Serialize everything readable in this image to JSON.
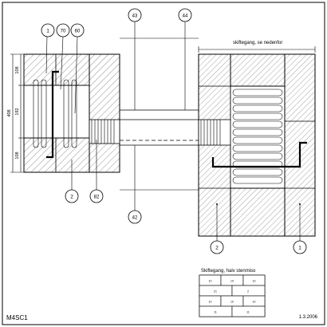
{
  "drawing": {
    "code": "M4SC1",
    "date": "1.3.2006",
    "annotation_top_right": "skiftegang, se nedenfor",
    "legend_title": "Skiftegang, halv stenmiso",
    "dimensions": {
      "total": "408",
      "upper": "108",
      "middle": "192",
      "lower": "108"
    },
    "callouts": {
      "c1_left": "1",
      "c70": "70",
      "c60": "60",
      "c2_left": "2",
      "c82": "82",
      "c43": "43",
      "c44": "44",
      "c42": "42",
      "c2_right": "2",
      "c1_right": "1"
    },
    "legend_cells": {
      "r1": [
        "10",
        "10",
        "10"
      ],
      "r2": [
        "21",
        "2",
        ""
      ],
      "r3": [
        "10",
        "10",
        "10"
      ],
      "r4": [
        "11",
        "11"
      ]
    }
  },
  "colors": {
    "line": "#000000",
    "hatch": "#555555",
    "background": "#ffffff"
  }
}
